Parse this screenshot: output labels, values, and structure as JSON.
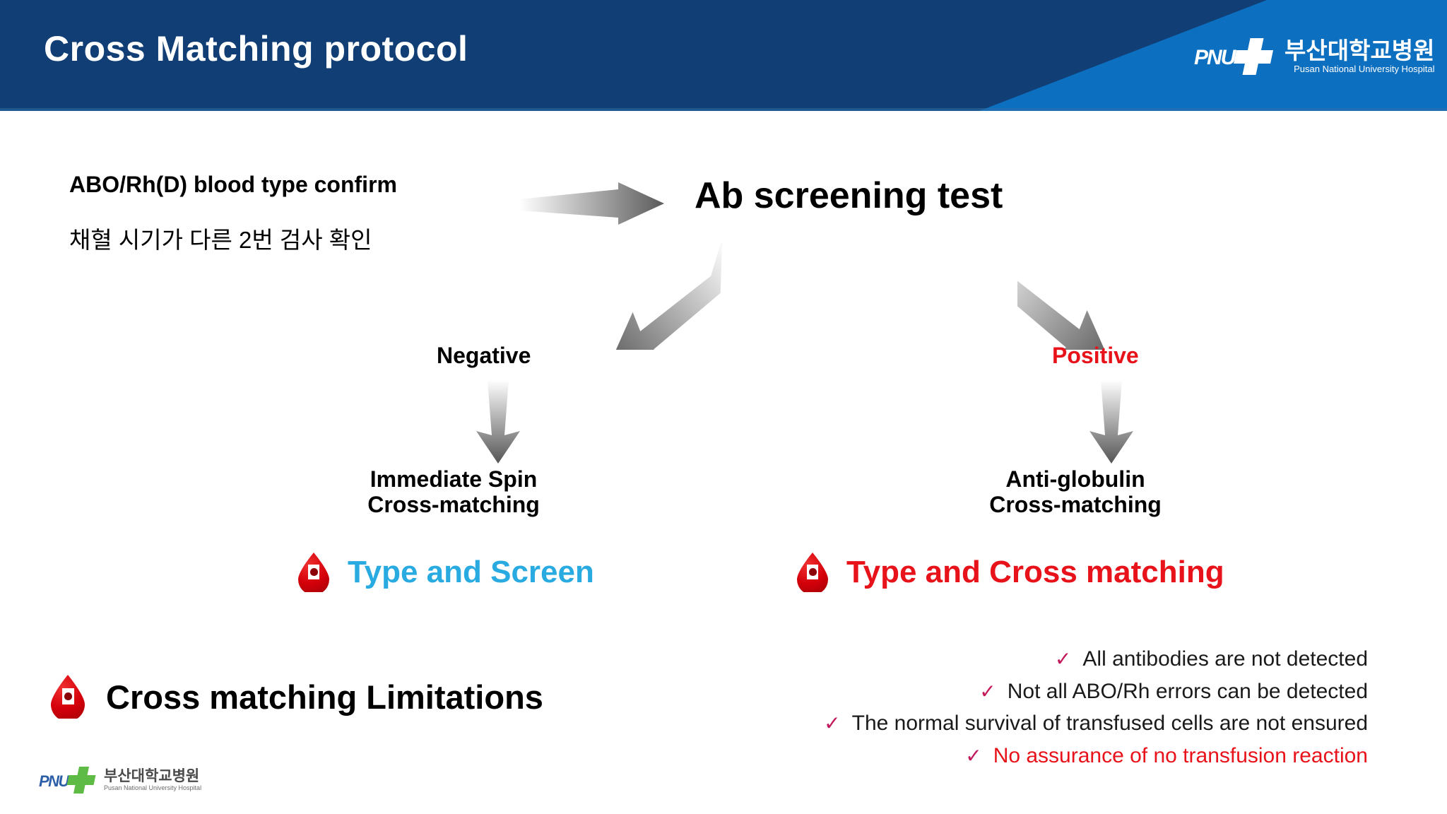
{
  "header": {
    "title": "Cross Matching protocol",
    "logo": {
      "wordmark": "PNU",
      "korean": "부산대학교병원",
      "english": "Pusan National University Hospital"
    },
    "colors": {
      "dark_blue": "#103E75",
      "light_blue": "#0C6FC0"
    }
  },
  "flow": {
    "start_en": "ABO/Rh(D) blood type confirm",
    "start_ko": "채혈 시기가 다른 2번 검사 확인",
    "screening": "Ab screening test",
    "negative_label": "Negative",
    "positive_label": "Positive",
    "negative_branch": "Immediate Spin\nCross-matching",
    "positive_branch": "Anti-globulin\nCross-matching",
    "negative_result": "Type and Screen",
    "positive_result": "Type and Cross matching",
    "colors": {
      "positive": "#E8131A",
      "type_and_screen": "#29ABE2",
      "type_and_cross": "#E8131A"
    }
  },
  "limitations": {
    "heading": "Cross matching Limitations",
    "check_glyph": "✓",
    "check_color": "#C2185B",
    "items": [
      {
        "text": "All antibodies are not detected",
        "red": false
      },
      {
        "text": "Not all ABO/Rh errors can be detected",
        "red": false
      },
      {
        "text": "The normal survival of transfused cells are not ensured",
        "red": false
      },
      {
        "text": "No assurance of no transfusion reaction",
        "red": true
      }
    ]
  },
  "footer": {
    "logo": {
      "wordmark": "PNU",
      "korean": "부산대학교병원",
      "english": "Pusan National University Hospital"
    }
  }
}
